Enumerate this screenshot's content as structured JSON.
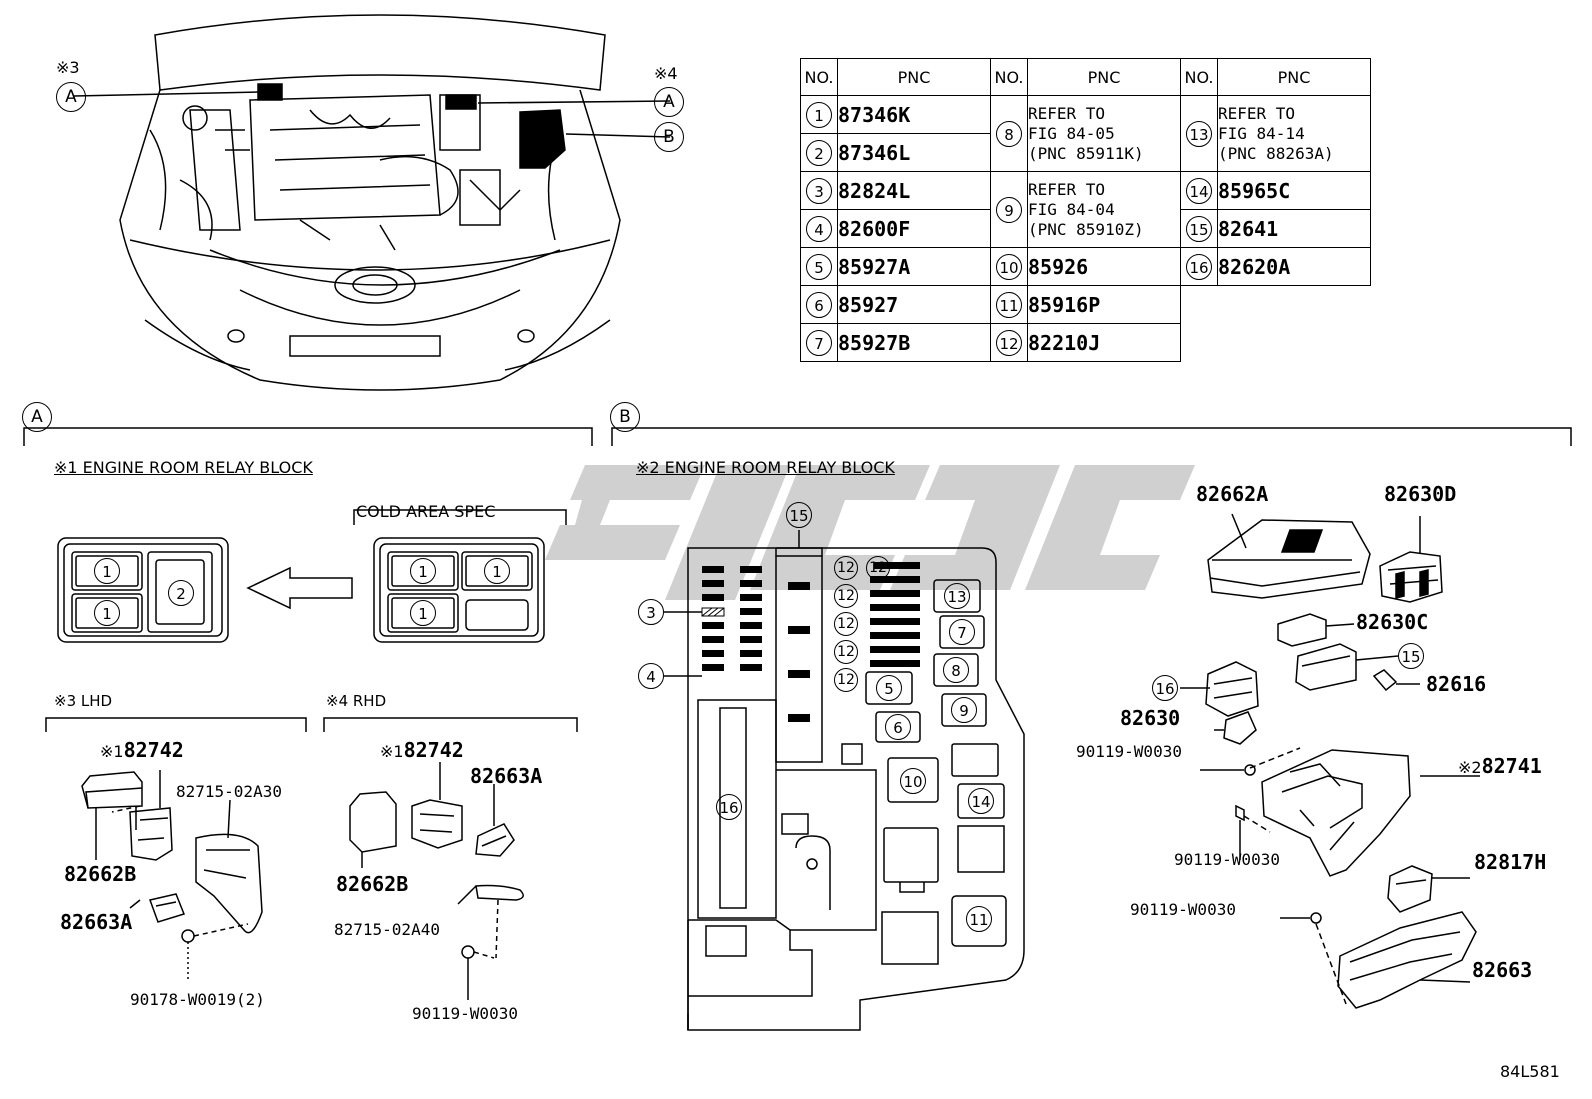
{
  "table": {
    "headers": {
      "no": "NO.",
      "pnc": "PNC"
    },
    "col1": [
      {
        "no": "1",
        "pnc": "87346K"
      },
      {
        "no": "2",
        "pnc": "87346L"
      },
      {
        "no": "3",
        "pnc": "82824L"
      },
      {
        "no": "4",
        "pnc": "82600F"
      },
      {
        "no": "5",
        "pnc": "85927A"
      },
      {
        "no": "6",
        "pnc": "85927"
      },
      {
        "no": "7",
        "pnc": "85927B"
      }
    ],
    "col2": [
      {
        "no": "8",
        "pnc": "REFER TO\nFIG 84-05\n(PNC 85911K)"
      },
      {
        "no": "9",
        "pnc": "REFER TO\nFIG 84-04\n(PNC 85910Z)"
      },
      {
        "no": "10",
        "pnc": "85926"
      },
      {
        "no": "11",
        "pnc": "85916P"
      },
      {
        "no": "12",
        "pnc": "82210J"
      }
    ],
    "col3": [
      {
        "no": "13",
        "pnc": "REFER TO\nFIG 84-14\n(PNC 88263A)"
      },
      {
        "no": "14",
        "pnc": "85965C"
      },
      {
        "no": "15",
        "pnc": "82641"
      },
      {
        "no": "16",
        "pnc": "82620A"
      }
    ]
  },
  "callouts": {
    "a": "A",
    "b": "B",
    "note3": "※3",
    "note4": "※4"
  },
  "sectionA": {
    "title": "※1 ENGINE ROOM RELAY BLOCK",
    "cold_area": "COLD AREA SPEC",
    "lhd": "※3 LHD",
    "rhd": "※4 RHD",
    "lhd_parts": {
      "p1_mark": "※1",
      "p1": "82742",
      "p2": "82715-02A30",
      "p3": "82662B",
      "p4": "82663A",
      "p5": "90178-W0019(2)"
    },
    "rhd_parts": {
      "p1_mark": "※1",
      "p1": "82742",
      "p2": "82663A",
      "p3": "82662B",
      "p4": "82715-02A40",
      "p5": "90119-W0030"
    }
  },
  "sectionB": {
    "title": "※2 ENGINE ROOM RELAY BLOCK",
    "parts": {
      "p1": "82662A",
      "p2": "82630D",
      "p3": "82630C",
      "p4": "82616",
      "p5": "82630",
      "p6": "90119-W0030",
      "p7_mark": "※2",
      "p7": "82741",
      "p8": "90119-W0030",
      "p9": "82817H",
      "p10": "90119-W0030",
      "p11": "82663"
    }
  },
  "figure_id": "84L581"
}
